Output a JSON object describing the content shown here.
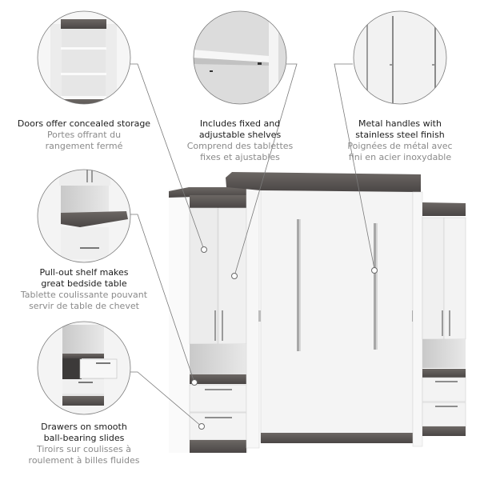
{
  "features": [
    {
      "id": "doors",
      "en_line1": "Doors offer concealed storage",
      "en_line2": "",
      "fr_line1": "Portes offrant du",
      "fr_line2": "rangement fermé"
    },
    {
      "id": "shelves",
      "en_line1": "Includes fixed and",
      "en_line2": "adjustable shelves",
      "fr_line1": "Comprend des tablettes",
      "fr_line2": "fixes et ajustables"
    },
    {
      "id": "handles",
      "en_line1": "Metal handles with",
      "en_line2": "stainless steel finish",
      "fr_line1": "Poignées de métal avec",
      "fr_line2": "fini en acier inoxydable"
    },
    {
      "id": "pullout",
      "en_line1": "Pull-out shelf makes",
      "en_line2": "great bedside table",
      "fr_line1": "Tablette coulissante pouvant",
      "fr_line2": "servir de table de chevet"
    },
    {
      "id": "drawers",
      "en_line1": "Drawers on smooth",
      "en_line2": "ball-bearing slides",
      "fr_line1": "Tiroirs sur coulisses à",
      "fr_line2": "roulement à billes fluides"
    }
  ],
  "colors": {
    "white_panel": "#f4f4f4",
    "wood_dark": "#5a5654",
    "line": "#7a7a7a",
    "text_en": "#1c1c1c",
    "text_fr": "#8a8a8a"
  }
}
